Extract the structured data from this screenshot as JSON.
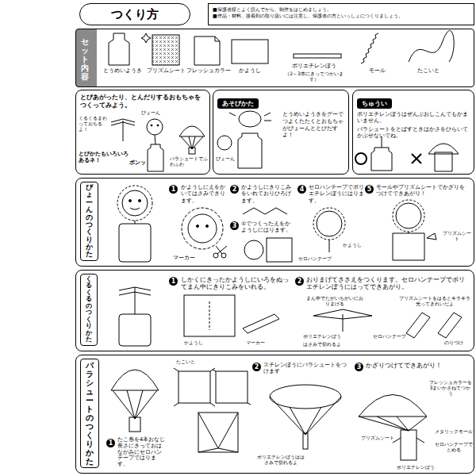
{
  "diagram": {
    "nodes": [
      {
        "text": [
          "つくり方"
        ]
      },
      {
        "text": [
          "■保護者様とよく読んでから、制作をはじめましょう。",
          "■作品・材料、接着剤の取り扱いには注意し、保護者の方といっしょにつくりましょう。"
        ]
      },
      {
        "text": [
          "セット内容"
        ]
      },
      {
        "text": [
          "とびあがったり、とんだりするおもちゃをつくってみよう。"
        ]
      },
      {
        "text": [
          "あそびかた",
          "とうめいようきをグーでつよくたたくとおもちゃがぴょーんととびだすよ！"
        ]
      },
      {
        "text": [
          "ちゅうい",
          "ポリエチレンぼうはぜんぶおしこんでもかまいません。",
          "パラシュートをとばすときはかさをひらいてかぶせないでね。"
        ]
      },
      {
        "text": [
          "ぴょーんのつくりかた"
        ]
      },
      {
        "text": [
          "くるくるのつくりかた"
        ]
      },
      {
        "text": [
          "パラシュートのつくりかた"
        ]
      }
    ],
    "labels": [
      "とうめいようき",
      "プリズムシート",
      "フレッシュカラー",
      "かようし",
      "ポリエチレンぼう",
      "（2～3本にきってつかいます）",
      "モール",
      "たこいと",
      "くるくるまわっておちるよ！",
      "ぴょーん",
      "とびかたもいろいろあるネ！",
      "ポンッ",
      "パラシュートでふわふわ",
      "ぴょーん",
      "1",
      "かようしにえをかいてはさみできります。",
      "2",
      "かようしにきりこみをいれておりひろげます。",
      "3",
      "①でつくったえをかようしにはります。",
      "4",
      "セロハンテープでポリエチレンぼうにはります。",
      "5",
      "モールやプリズムシートでかざりをつけてできあがり！",
      "マーカー",
      "セロハンテープ",
      "かようし",
      "プリズムシート",
      "1",
      "しかくにきったかようしにいろをぬってまん中にきりこみをいれる。",
      "2",
      "おりまげてささえをつくります。セロハンテープでポリエチレンぼうにはってできあがり。",
      "かようし",
      "マーカー",
      "まん中でたがいちがいにおりまげる",
      "ポリエチレンぼう",
      "セロハンテープ",
      "はさみで切れるよ",
      "プリズムシートをはるとキラキラ光ってきれいだよ",
      "のりづけ",
      "1",
      "たこ糸を4本おなじ長さにきっておはながみにセロハンテープではります。",
      "たこいと",
      "2",
      "スチレンぼうにパラシュートをつけます",
      "3",
      "かざりつけてできあがり！",
      "ポリエチレンぼうははさみで切れるよ",
      "フレッシュカラーを3まいかさねてつかう",
      "プリズムシート",
      "メタリックモール",
      "セロハンテープでとめる",
      "ポリエチレンぼう"
    ]
  }
}
